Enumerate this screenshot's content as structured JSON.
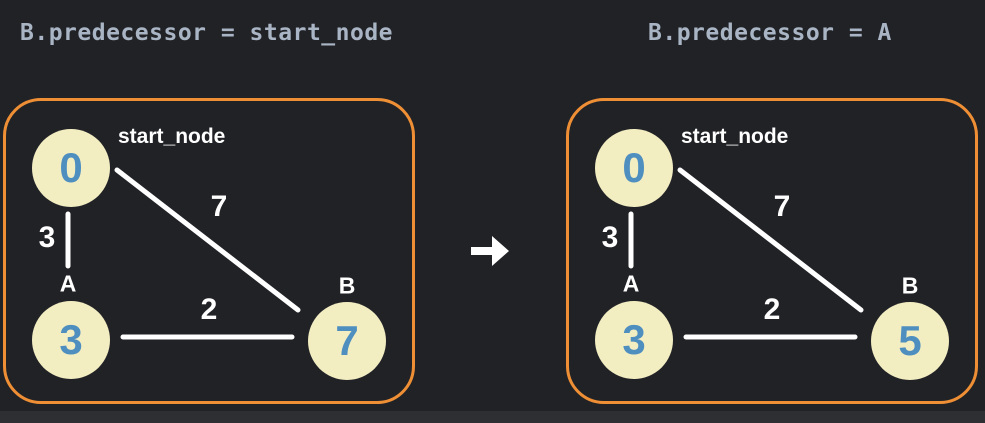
{
  "colors": {
    "page_background": "#212226",
    "bottom_strip": "#2d2f33",
    "panel_border": "#ef8f35",
    "node_fill": "#f3edc2",
    "node_value_text": "#4e8fc0",
    "edge_and_label_text": "#ffffff",
    "title_text": "#a9b5c4"
  },
  "transition": {
    "icon": "right-block-arrow"
  },
  "panels": [
    {
      "title": "B.predecessor = start_node",
      "nodes": [
        {
          "id": "start_node",
          "label": "start_node",
          "value": "0"
        },
        {
          "id": "A",
          "label": "A",
          "value": "3"
        },
        {
          "id": "B",
          "label": "B",
          "value": "7"
        }
      ],
      "edges": [
        {
          "from": "start_node",
          "to": "A",
          "weight": "3"
        },
        {
          "from": "start_node",
          "to": "B",
          "weight": "7"
        },
        {
          "from": "A",
          "to": "B",
          "weight": "2"
        }
      ]
    },
    {
      "title": "B.predecessor = A",
      "nodes": [
        {
          "id": "start_node",
          "label": "start_node",
          "value": "0"
        },
        {
          "id": "A",
          "label": "A",
          "value": "3"
        },
        {
          "id": "B",
          "label": "B",
          "value": "5"
        }
      ],
      "edges": [
        {
          "from": "start_node",
          "to": "A",
          "weight": "3"
        },
        {
          "from": "start_node",
          "to": "B",
          "weight": "7"
        },
        {
          "from": "A",
          "to": "B",
          "weight": "2"
        }
      ]
    }
  ]
}
